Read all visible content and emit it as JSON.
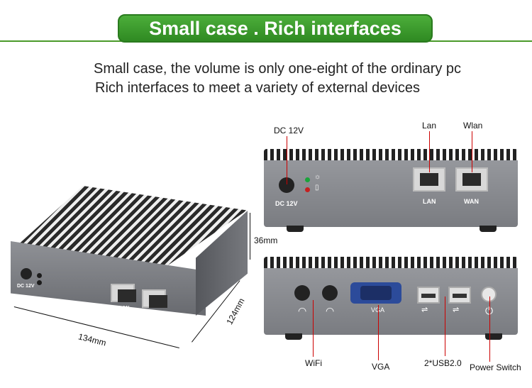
{
  "header": {
    "title": "Small case . Rich interfaces",
    "accent_color": "#3a9d2c"
  },
  "intro": {
    "line1": "Small case, the volume is only one-eight of the ordinary pc",
    "line2": "Rich interfaces to meet a variety of external devices"
  },
  "dimensions": {
    "width": "134mm",
    "depth": "124mm",
    "height": "36mm"
  },
  "main_box": {
    "dc_label": "DC 12V",
    "lan_label": "LAN",
    "wan_label": "WAN"
  },
  "rear_view": {
    "callout_dc": "DC 12V",
    "callout_lan": "Lan",
    "callout_wlan": "Wlan",
    "port_dc": "DC 12V",
    "port_lan": "LAN",
    "port_wan": "WAN"
  },
  "front_view": {
    "callout_wifi": "WiFi",
    "callout_vga": "VGA",
    "callout_usb": "2*USB2.0",
    "callout_power": "Power Switch",
    "port_vga": "VGA"
  }
}
